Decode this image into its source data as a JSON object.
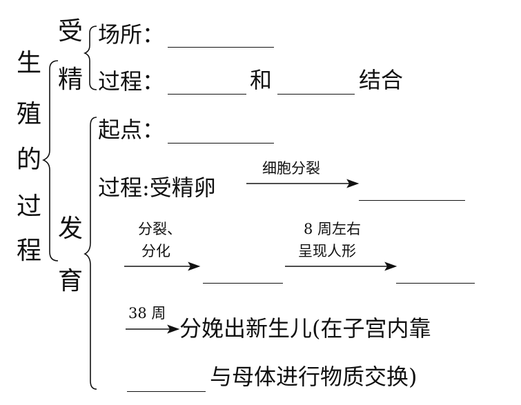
{
  "root": {
    "chars": [
      "生",
      "殖",
      "的",
      "过",
      "程"
    ]
  },
  "fertilization": {
    "chars": [
      "受",
      "精"
    ],
    "place_label": "场所：",
    "process_label": "过程：",
    "and_word": "和",
    "combine_word": "结合"
  },
  "development": {
    "chars": [
      "发",
      "育"
    ],
    "start_label": "起点：",
    "process_label": "过程:受精卵",
    "arrow1_text": "细胞分裂",
    "arrow2_line1": "分裂、",
    "arrow2_line2": "分化",
    "arrow3_line1": "8 周左右",
    "arrow3_line2": "呈现人形",
    "arrow4_text": "38 周",
    "birth_line1": "分娩出新生儿(在子宫内靠",
    "birth_line2": "与母体进行物质交换)"
  }
}
